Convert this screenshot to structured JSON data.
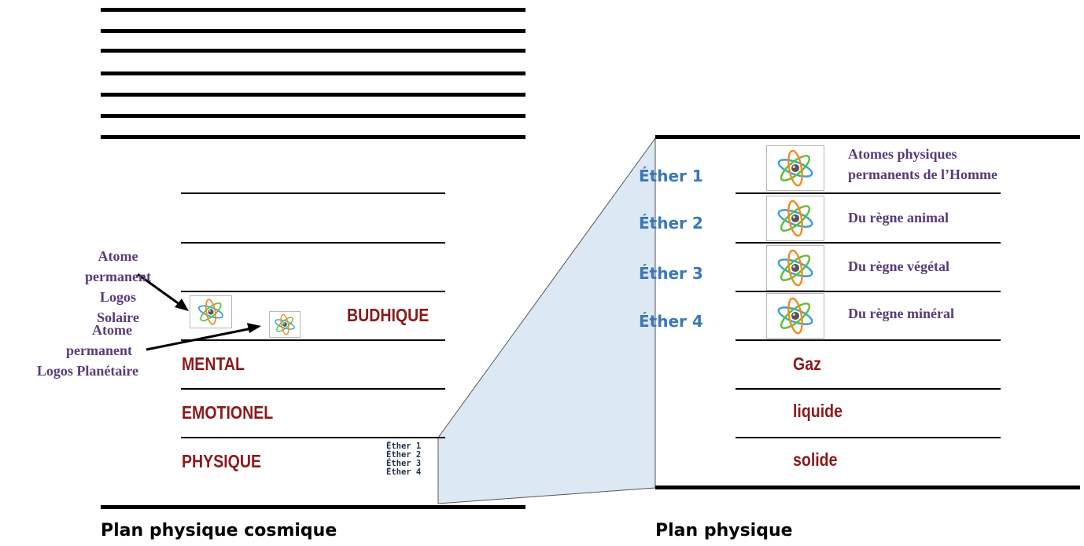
{
  "left_plane": {
    "caption": "Plan physique cosmique",
    "planes": [
      "BUDHIQUE",
      "MENTAL",
      "EMOTIONEL",
      "PHYSIQUE"
    ],
    "ether_small": [
      "Éther 1",
      "Éther 2",
      "Éther 3",
      "Éther 4"
    ]
  },
  "annotations": {
    "solar": [
      "Atome",
      "permanent",
      "Logos Solaire"
    ],
    "planetary": [
      "Atome",
      "permanent",
      "Logos Planétaire"
    ]
  },
  "right_plane": {
    "caption": "Plan physique",
    "ethers": [
      "Éther 1",
      "Éther 2",
      "Éther 3",
      "Éther 4"
    ],
    "atom_labels": [
      [
        "Atomes physiques",
        "permanents de l’Homme"
      ],
      [
        "Du règne animal"
      ],
      [
        "Du règne végétal"
      ],
      [
        "Du règne minéral"
      ]
    ],
    "states": [
      "Gaz",
      "liquide",
      "solide"
    ]
  },
  "colors": {
    "plane_label": "#8b1a1a",
    "annotation": "#5b3a78",
    "ether": "#3a78b5",
    "zoom_fill": "#dce8f4"
  },
  "icons": [
    "atom-icon",
    "arrow-icon"
  ]
}
